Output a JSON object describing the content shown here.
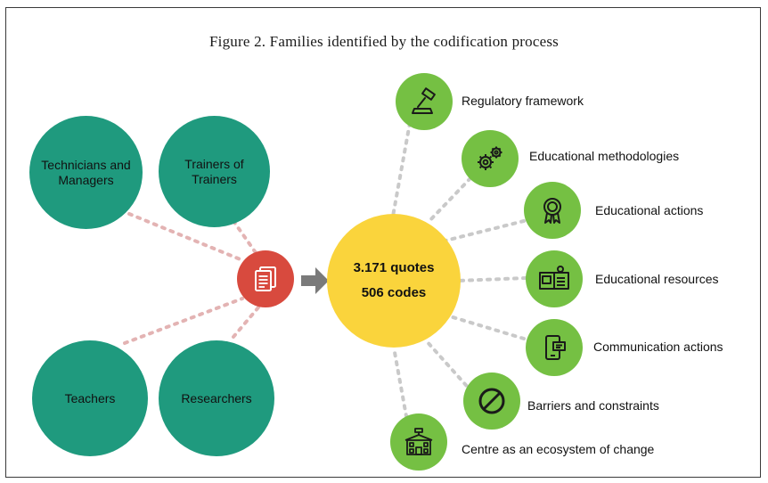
{
  "title": "Figure 2. Families identified by the codification process",
  "sources": [
    {
      "label": "Technicians and Managers"
    },
    {
      "label": "Trainers of Trainers"
    },
    {
      "label": "Teachers"
    },
    {
      "label": "Researchers"
    }
  ],
  "center": {
    "quotes": "3.171 quotes",
    "codes": "506 codes"
  },
  "families": [
    {
      "label": "Regulatory framework",
      "icon": "gavel-icon"
    },
    {
      "label": "Educational methodologies",
      "icon": "gears-icon"
    },
    {
      "label": "Educational actions",
      "icon": "award-ribbon-icon"
    },
    {
      "label": "Educational resources",
      "icon": "book-resources-icon"
    },
    {
      "label": "Communication actions",
      "icon": "phone-message-icon"
    },
    {
      "label": "Barriers and constraints",
      "icon": "prohibited-icon"
    },
    {
      "label": "Centre as an ecosystem of change",
      "icon": "school-building-icon"
    }
  ],
  "colors": {
    "source_circle": "#1f9a7e",
    "family_circle": "#75c043",
    "document_circle": "#d84a3e",
    "center_circle": "#fad43c",
    "arrow": "#7a7a7a",
    "left_links": "#e3b3b3",
    "right_links": "#c9c9c9"
  }
}
